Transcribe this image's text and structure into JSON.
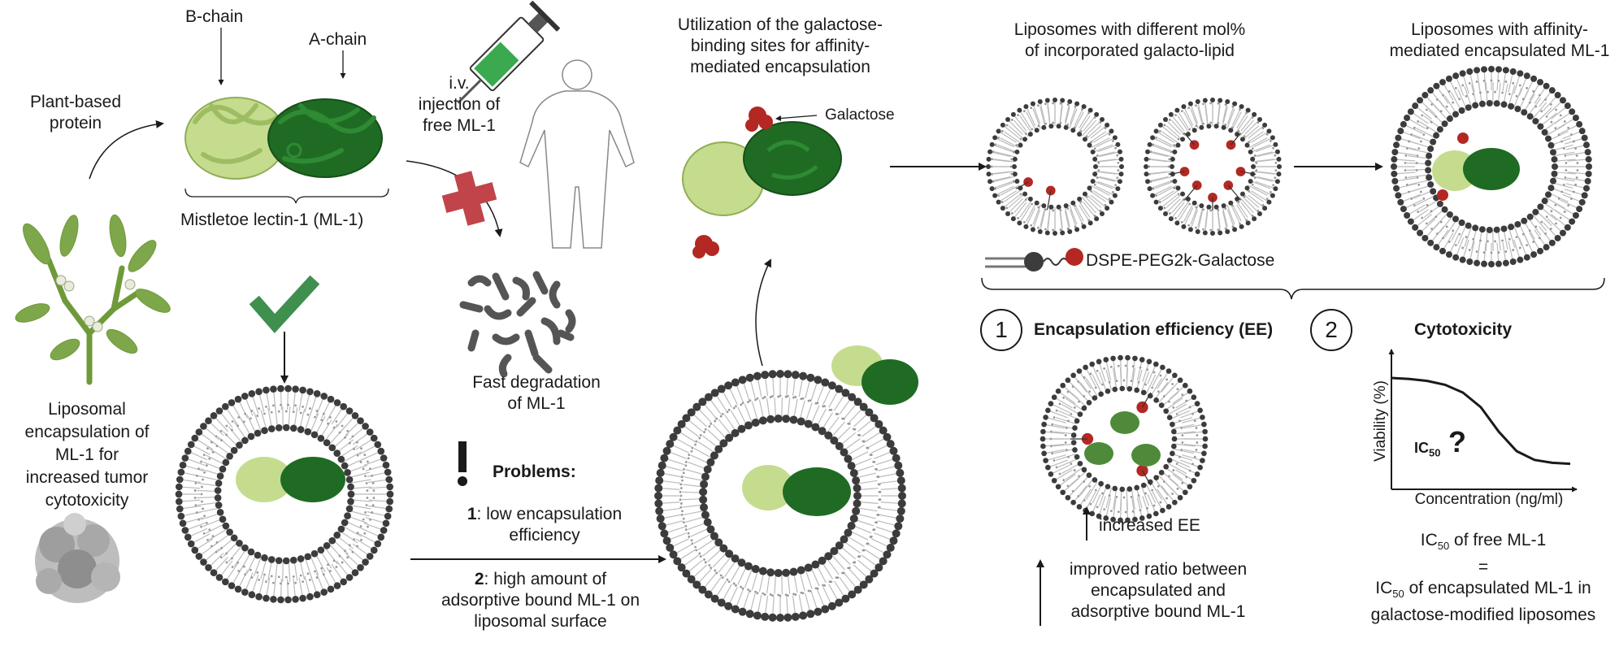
{
  "panel1": {
    "b_chain": "B-chain",
    "a_chain": "A-chain",
    "plant_based": [
      "Plant-based",
      "protein"
    ],
    "protein_name": "Mistletoe lectin-1 (ML-1)",
    "liposomal_text": [
      "Liposomal",
      "encapsulation of",
      "ML-1 for",
      "increased tumor",
      "cytotoxicity"
    ]
  },
  "panel2": {
    "injection": [
      "i.v.",
      "injection of",
      "free ML-1"
    ],
    "degradation": [
      "Fast degradation",
      "of ML-1"
    ],
    "problems_title": "Problems:",
    "problem1_num": "1",
    "problem1": [
      "low encapsulation",
      "efficiency"
    ],
    "problem2_num": "2",
    "problem2": [
      "high amount of",
      "adsorptive bound ML-1 on",
      "liposomal surface"
    ]
  },
  "panel3": {
    "utilization": [
      "Utilization of the galactose-",
      "binding sites for affinity-",
      "mediated encapsulation"
    ],
    "galactose_label": "Galactose"
  },
  "panel4": {
    "liposomes_mol": [
      "Liposomes with different mol%",
      "of incorporated galacto-lipid"
    ],
    "liposomes_affinity": [
      "Liposomes with affinity-",
      "mediated encapsulated ML-1"
    ],
    "lipid_label": "DSPE-PEG2k-Galactose",
    "ee_num": "1",
    "ee_title": "Encapsulation efficiency (EE)",
    "increased_ee": "increased EE",
    "improved_ratio": [
      "improved ratio between",
      "encapsulated and",
      "adsorptive bound ML-1"
    ],
    "cyto_num": "2",
    "cyto_title": "Cytotoxicity",
    "ic50_question": "?",
    "ic_prefix": "IC",
    "ic_sub": "50",
    "ic50_free": "of free ML-1",
    "equals": "=",
    "ic50_encap": [
      "of encapsulated ML-1 in",
      "galactose-modified liposomes"
    ]
  },
  "chart_data": {
    "type": "line",
    "title": "Cytotoxicity",
    "xlabel": "Concentration (ng/ml)",
    "ylabel": "Viability (%)",
    "annotation": "IC50 ?",
    "description": "Sigmoidal dose-response curve: high viability at low concentration, decreasing to low viability at high concentration",
    "x": [
      0,
      1,
      2,
      3,
      4,
      5,
      6,
      7,
      8,
      9,
      10
    ],
    "values": [
      1.0,
      0.99,
      0.97,
      0.93,
      0.85,
      0.7,
      0.45,
      0.25,
      0.16,
      0.13,
      0.12
    ]
  },
  "colors": {
    "protein_light": "#c5dc8f",
    "protein_dark": "#1f6b24",
    "check_green": "#3f8f4f",
    "cross_red": "#c0444a",
    "galactose_red": "#b32822",
    "lipid_head": "#3c3c3c",
    "plant_green": "#6f9a3a"
  }
}
